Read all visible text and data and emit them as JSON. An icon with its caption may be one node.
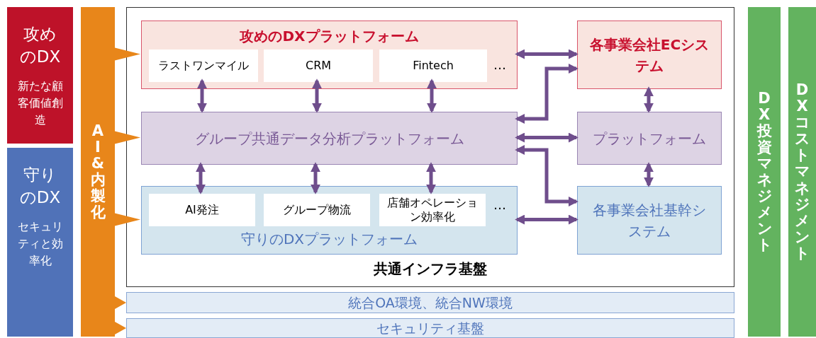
{
  "diagram": {
    "nodes": [
      {
        "text": [
          "攻めのDX",
          "新たな顧客価値創造"
        ]
      },
      {
        "text": [
          "守りのDX",
          "セキュリティと効率化"
        ]
      },
      {
        "text": [
          "AI&内製化"
        ]
      },
      {
        "text": [
          "共通インフラ基盤"
        ]
      },
      {
        "text": [
          "攻めのDXプラットフォーム",
          "…"
        ],
        "in": 3
      },
      {
        "text": [
          "ラストワンマイル"
        ],
        "in": 4
      },
      {
        "text": [
          "CRM"
        ],
        "in": 4
      },
      {
        "text": [
          "Fintech"
        ],
        "in": 4
      },
      {
        "text": [
          "グループ共通データ分析プラットフォーム"
        ],
        "in": 3
      },
      {
        "text": [
          "守りのDXプラットフォーム",
          "…"
        ],
        "in": 3
      },
      {
        "text": [
          "AI発注"
        ],
        "in": 9
      },
      {
        "text": [
          "グループ物流"
        ],
        "in": 9
      },
      {
        "text": [
          "店舗オペレーション効率化"
        ],
        "in": 9
      },
      {
        "text": [
          "各事業会社ECシステム"
        ],
        "in": 3
      },
      {
        "text": [
          "プラットフォーム"
        ],
        "in": 3
      },
      {
        "text": [
          "各事業会社基幹システム"
        ],
        "in": 3
      },
      {
        "text": [
          "統合OA環境、統合NW環境"
        ]
      },
      {
        "text": [
          "セキュリティ基盤"
        ]
      },
      {
        "text": [
          "DX投資マネジメント"
        ]
      },
      {
        "text": [
          "DXコストマネジメント"
        ]
      }
    ],
    "edges": [
      {
        "from": 2,
        "to": 4,
        "arrow": "to",
        "color": "#e8861a"
      },
      {
        "from": 2,
        "to": 8,
        "arrow": "to",
        "color": "#e8861a"
      },
      {
        "from": 2,
        "to": 9,
        "arrow": "to",
        "color": "#e8861a"
      },
      {
        "from": 2,
        "to": 16,
        "arrow": "to",
        "color": "#e8861a"
      },
      {
        "from": 2,
        "to": 17,
        "arrow": "to",
        "color": "#e8861a"
      },
      {
        "from": 5,
        "to": 8,
        "arrow": "both"
      },
      {
        "from": 6,
        "to": 8,
        "arrow": "both"
      },
      {
        "from": 7,
        "to": 8,
        "arrow": "both"
      },
      {
        "from": 8,
        "to": 10,
        "arrow": "both"
      },
      {
        "from": 8,
        "to": 11,
        "arrow": "both"
      },
      {
        "from": 8,
        "to": 12,
        "arrow": "both"
      },
      {
        "from": 4,
        "to": 13,
        "arrow": "both"
      },
      {
        "from": 8,
        "to": 13,
        "arrow": "both"
      },
      {
        "from": 8,
        "to": 14,
        "arrow": "both"
      },
      {
        "from": 8,
        "to": 15,
        "arrow": "both"
      },
      {
        "from": 9,
        "to": 15,
        "arrow": "both"
      },
      {
        "from": 13,
        "to": 14,
        "arrow": "both"
      },
      {
        "from": 14,
        "to": 15,
        "arrow": "both"
      }
    ]
  }
}
